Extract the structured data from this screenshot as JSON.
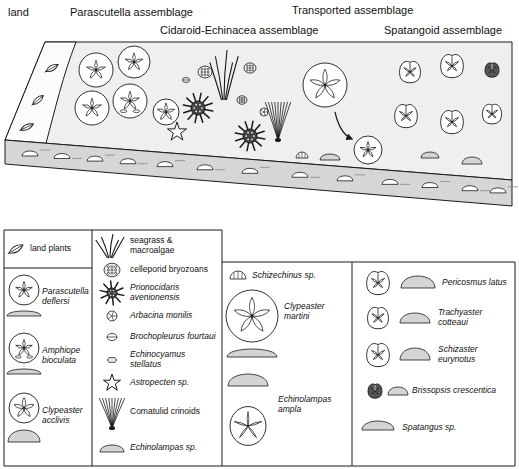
{
  "diagram": {
    "labels": [
      "land",
      "Parascutella assemblage",
      "Transported assemblage",
      "Cidaroid-Echinacea assemblage",
      "Spatangoid assemblage"
    ],
    "legend": [
      {
        "text": "land plants"
      },
      {
        "text": "Parascutella deflersi"
      },
      {
        "text": "Amphiope bioculata"
      },
      {
        "text": "Clypeaster acclivis"
      },
      {
        "text": "seagrass & macroalgae"
      },
      {
        "text": "celleporid bryozoans"
      },
      {
        "text": "Prionocidaris avenionensis"
      },
      {
        "text": "Arbacina monilis"
      },
      {
        "text": "Brochopleurus fourtaui"
      },
      {
        "text": "Echinocyamus stellatus"
      },
      {
        "text": "Astropecten sp."
      },
      {
        "text": "Comatulid crinoids"
      },
      {
        "text": "Echinolampas sp."
      },
      {
        "text": "Schizechinus sp."
      },
      {
        "text": "Clypeaster martini"
      },
      {
        "text": "Echinolampas ampla"
      },
      {
        "text": "Pericosmus latus"
      },
      {
        "text": "Trachyaster cotteaui"
      },
      {
        "text": "Schizaster eurynotus"
      },
      {
        "text": "Brissopsis crescentica"
      },
      {
        "text": "Spatangus sp."
      }
    ]
  }
}
